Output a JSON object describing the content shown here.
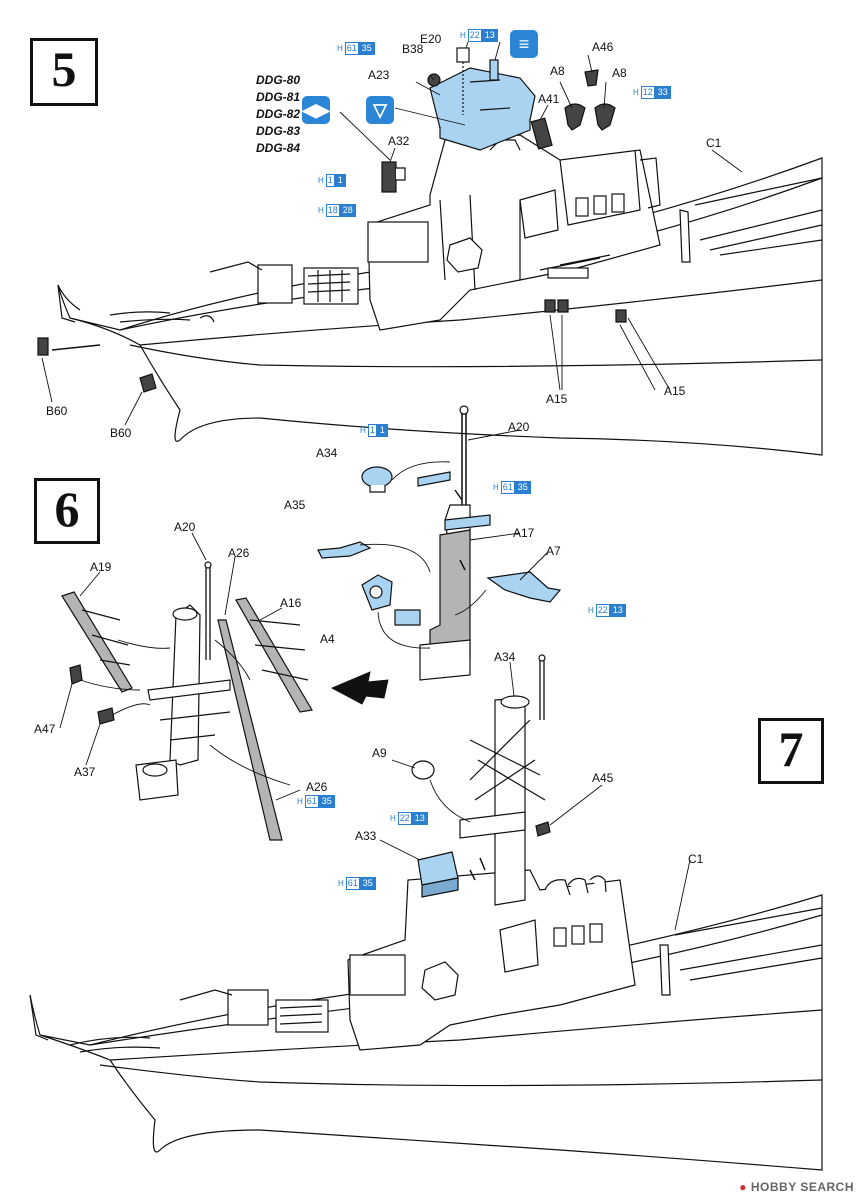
{
  "steps": [
    "5",
    "6",
    "7"
  ],
  "ddg_list": [
    "DDG-80",
    "DDG-81",
    "DDG-82",
    "DDG-83",
    "DDG-84"
  ],
  "paint_h": "H",
  "paints": [
    {
      "a": "61",
      "b": "35"
    },
    {
      "a": "22",
      "b": "13"
    },
    {
      "a": "12",
      "b": "33"
    },
    {
      "a": "1",
      "b": "1"
    },
    {
      "a": "18",
      "b": "28"
    },
    {
      "a": "1",
      "b": "1"
    },
    {
      "a": "61",
      "b": "35"
    },
    {
      "a": "22",
      "b": "13"
    },
    {
      "a": "61",
      "b": "35"
    },
    {
      "a": "22",
      "b": "13"
    },
    {
      "a": "61",
      "b": "35"
    }
  ],
  "labels": {
    "s5": [
      "E20",
      "B38",
      "A23",
      "A32",
      "A46",
      "A8",
      "A8",
      "A41",
      "C1",
      "B60",
      "B60",
      "A15",
      "A15"
    ],
    "s6": [
      "A20",
      "A34",
      "A35",
      "A17",
      "A7",
      "A4",
      "A20",
      "A26",
      "A19",
      "A16",
      "A47",
      "A37",
      "A26"
    ],
    "s7": [
      "A34",
      "A9",
      "A45",
      "A33",
      "C1"
    ]
  },
  "colors": {
    "part_blue": "#a9d3f1",
    "accent_blue": "#2b7fd0",
    "part_gray": "#b4b4b4",
    "line": "#111111"
  },
  "icons": [
    "mast-color-icon",
    "mirror-symmetry-icon",
    "paint-drip-icon"
  ],
  "watermark": {
    "brand": "HOBBY SEARCH"
  }
}
